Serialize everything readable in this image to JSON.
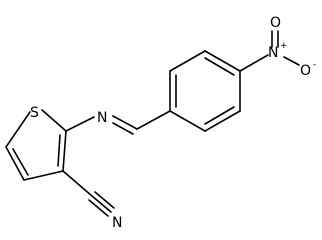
{
  "molecule": {
    "atoms": {
      "sulfur": "S",
      "imine_nitrogen": "N",
      "nitrile_nitrogen": "N",
      "nitro_nitrogen": "N",
      "nitro_plus": "+",
      "nitro_oxygen_top": "O",
      "nitro_oxygen_right": "O",
      "nitro_minus": "-"
    }
  }
}
